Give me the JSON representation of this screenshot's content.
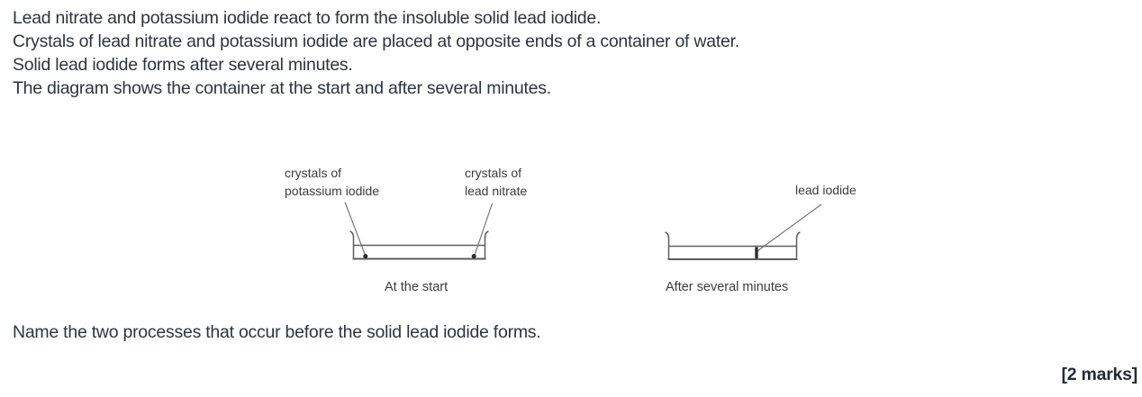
{
  "page": {
    "background": "#ffffff",
    "text_color": "#2e3440",
    "diagram_line_color": "#5d5d5d",
    "deposit_color": "#2c2c2c"
  },
  "intro_lines": [
    "Lead nitrate and potassium iodide react to form the insoluble solid lead iodide.",
    "Crystals of lead nitrate and potassium iodide are placed at opposite ends of a container of water.",
    "Solid lead iodide forms after several minutes.",
    "The diagram shows the container at the start and after several minutes."
  ],
  "diagram": {
    "start": {
      "label_potassium_line1": "crystals of",
      "label_potassium_line2": "potassium iodide",
      "label_lead_nitrate_line1": "crystals of",
      "label_lead_nitrate_line2": "lead nitrate",
      "caption": "At the start"
    },
    "after": {
      "label_lead_iodide": "lead iodide",
      "caption": "After several minutes"
    }
  },
  "question": "Name the two processes that occur before the solid lead iodide forms.",
  "marks_label": "[2 marks]"
}
